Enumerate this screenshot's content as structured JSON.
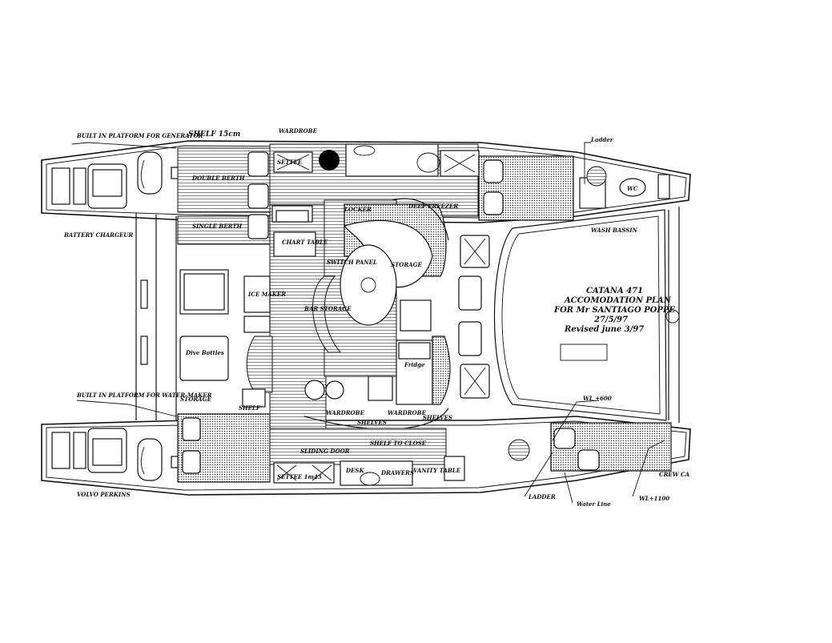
{
  "plan": {
    "title_lines": [
      "CATANA 471",
      "ACCOMODATION PLAN",
      "FOR Mr SANTIAGO POPPE",
      "27/5/97",
      "Revised june 3/97"
    ],
    "labels": {
      "built_in_platform_generator": "BUILT IN PLATFORM FOR GENERATOR",
      "shelf": "SHELF 15cm",
      "wardrobe_top": "WARDROBE",
      "battery_charger": "BATTERY CHARGEUR",
      "built_in_platform_watermaker": "BUILT IN PLATFORM FOR WATER-MAKER",
      "volvo_perkins": "VOLVO PERKINS",
      "ladder_top": "Ladder",
      "wash_bassin": "WASH BASSIN",
      "wc": "WC",
      "settee_top": "SETTEE",
      "double_berth": "DOUBLE BERTH",
      "single_berth": "SINGLE BERTH",
      "chart_table": "CHART TABLE",
      "locker": "LOCKER",
      "deep_freezer": "DEEP FREEZER",
      "switch_panel": "SWITCH PANEL",
      "storage_galley": "STORAGE",
      "ice_maker": "ICE MAKER",
      "bar_storage": "BAR STORAGE",
      "dive_bottles": "Dive Bottles",
      "fridge": "Fridge",
      "storage_aft": "STORAGE",
      "shelf_small": "SHELF",
      "wardrobe_mid": "WARDROBE",
      "wardrobe_mid2": "WARDROBE",
      "shelves": "SHELVES",
      "shelves2": "SHELVES",
      "shelf_to_close": "SHELF TO CLOSE",
      "sliding_door": "SLIDING DOOR",
      "settee_bottom": "SETTEE 1m45",
      "desk": "DESK",
      "drawers": "DRAWERS",
      "vanity_table": "VANITY TABLE",
      "wl_600": "WL +600",
      "ladder_bottom": "LADDER",
      "water_line": "Water Line",
      "wl_1100": "WL+1100",
      "crew_cabin": "CREW CA"
    }
  }
}
